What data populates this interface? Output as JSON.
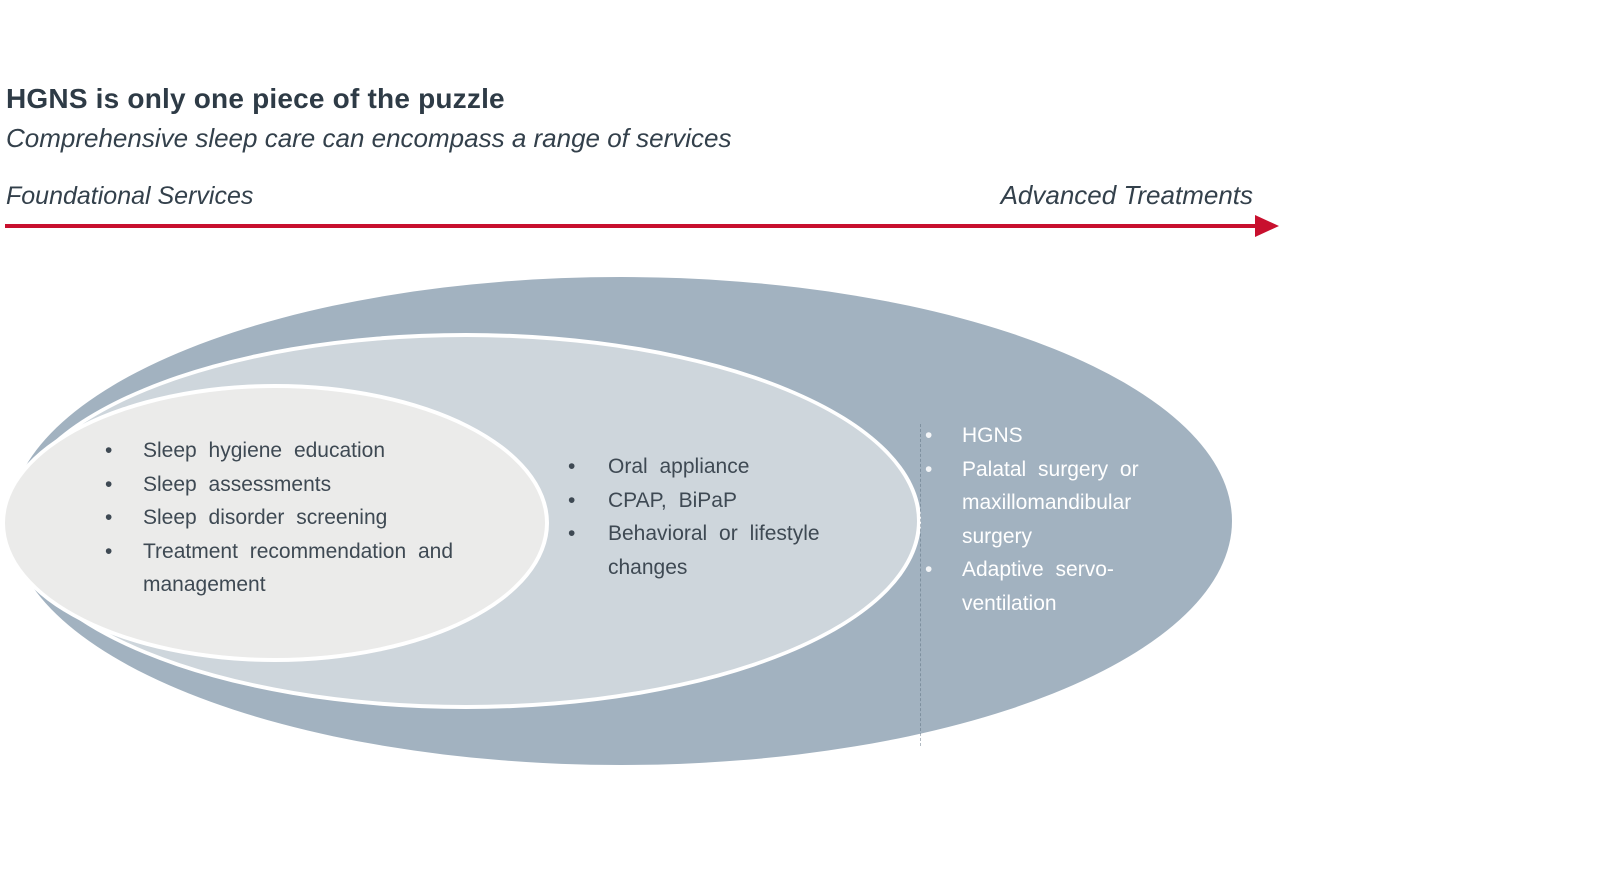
{
  "page": {
    "title": "HGNS is only one piece of the puzzle",
    "subtitle": "Comprehensive sleep care can encompass a range of services"
  },
  "axis": {
    "left_label": "Foundational Services",
    "right_label": "Advanced Treatments"
  },
  "diagram": {
    "type": "nested-ellipses",
    "levels": [
      {
        "name": "foundational-services",
        "fill": "#EBEBEA",
        "text_color": "#3E4953",
        "items": [
          "Sleep hygiene education",
          "Sleep assessments",
          "Sleep disorder screening",
          "Treatment recommendation and management"
        ]
      },
      {
        "name": "intermediate-treatments",
        "fill": "#CED6DC",
        "text_color": "#3E4953",
        "items": [
          "Oral appliance",
          "CPAP, BiPaP",
          "Behavioral or lifestyle changes"
        ]
      },
      {
        "name": "advanced-treatments",
        "fill": "#A2B2C0",
        "text_color": "#FFFFFF",
        "items": [
          "HGNS",
          "Palatal surgery or maxillomandibular surgery",
          "Adaptive servo-ventilation"
        ]
      }
    ]
  },
  "colors": {
    "accent_red": "#C8102E",
    "heading_text": "#2E3B46",
    "body_text": "#3E4953",
    "ring_white": "#FFFFFF"
  }
}
